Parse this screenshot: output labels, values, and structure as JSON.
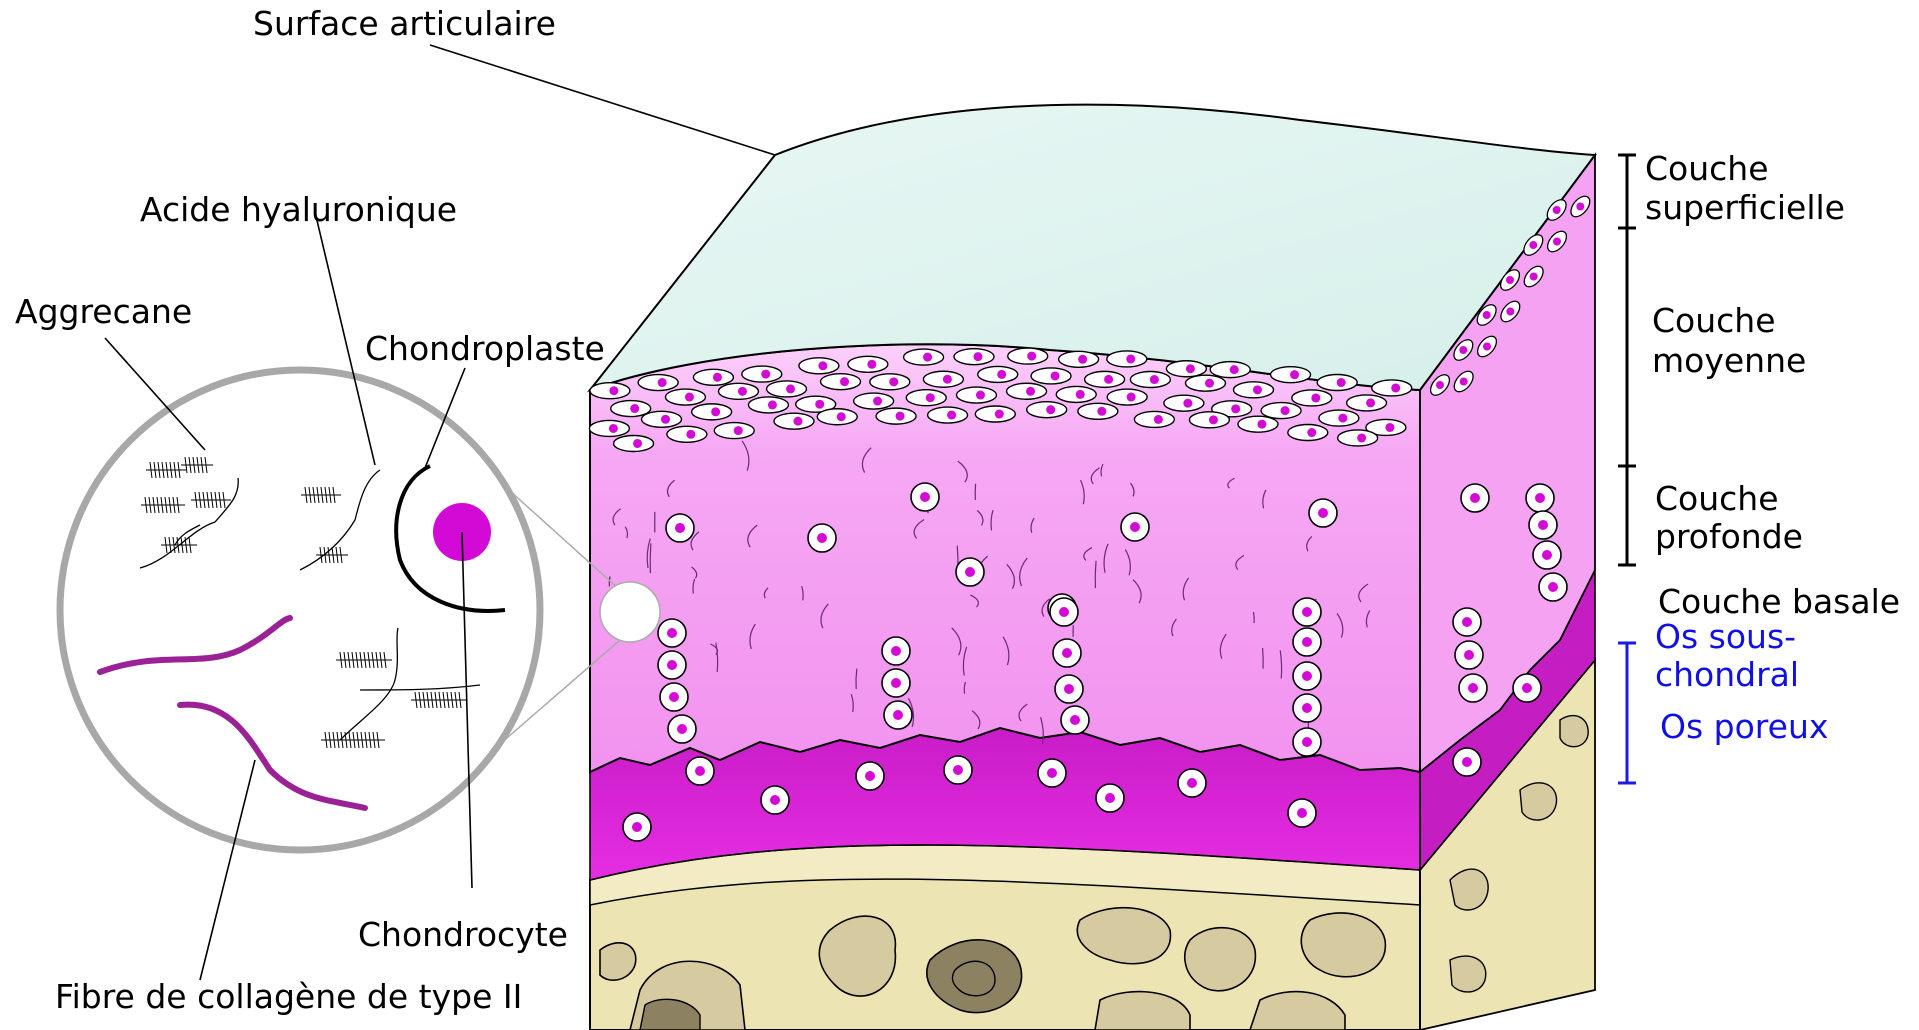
{
  "labels": {
    "surface": "Surface articulaire",
    "acide": "Acide hyaluronique",
    "aggrecane": "Aggrecane",
    "chondroplaste": "Chondroplaste",
    "chondrocyte": "Chondrocyte",
    "fibre": "Fibre de collagène de type II"
  },
  "layers": {
    "superficielle_1": "Couche",
    "superficielle_2": "superficielle",
    "moyenne_1": "Couche",
    "moyenne_2": "moyenne",
    "profonde_1": "Couche",
    "profonde_2": "profonde",
    "basale": "Couche basale"
  },
  "bone": {
    "sous_chondral_1": "Os sous-",
    "sous_chondral_2": "chondral",
    "poreux": "Os poreux"
  },
  "colors": {
    "surface_top": "#dff3ef",
    "cartilage_pink": "#f49cf2",
    "cartilage_light": "#f8c6f6",
    "calcified": "#d21fd0",
    "bone": "#ede4b4",
    "bone_dark": "#bdb080",
    "cell_nucleus": "#d30ad6",
    "bracket_black": "#000000",
    "bracket_blue": "#1a1ae6",
    "circle_outline": "#a8a8a8",
    "collagen_purple": "#9a2296"
  }
}
